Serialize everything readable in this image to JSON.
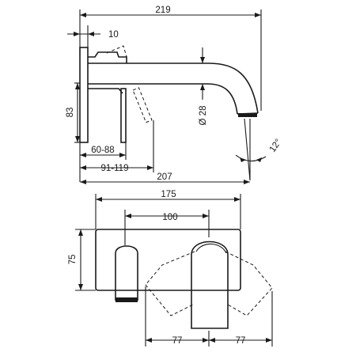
{
  "side_view": {
    "overall_width": "219",
    "plate_offset": "10",
    "height": "83",
    "spout_diameter": "Ø 28",
    "angle": "12°",
    "depth_range_1": "60-88",
    "depth_range_2": "91-119",
    "projection": "207"
  },
  "front_view": {
    "plate_width": "175",
    "spacing": "100",
    "plate_height": "75",
    "swing_left": "77",
    "swing_right": "77"
  }
}
